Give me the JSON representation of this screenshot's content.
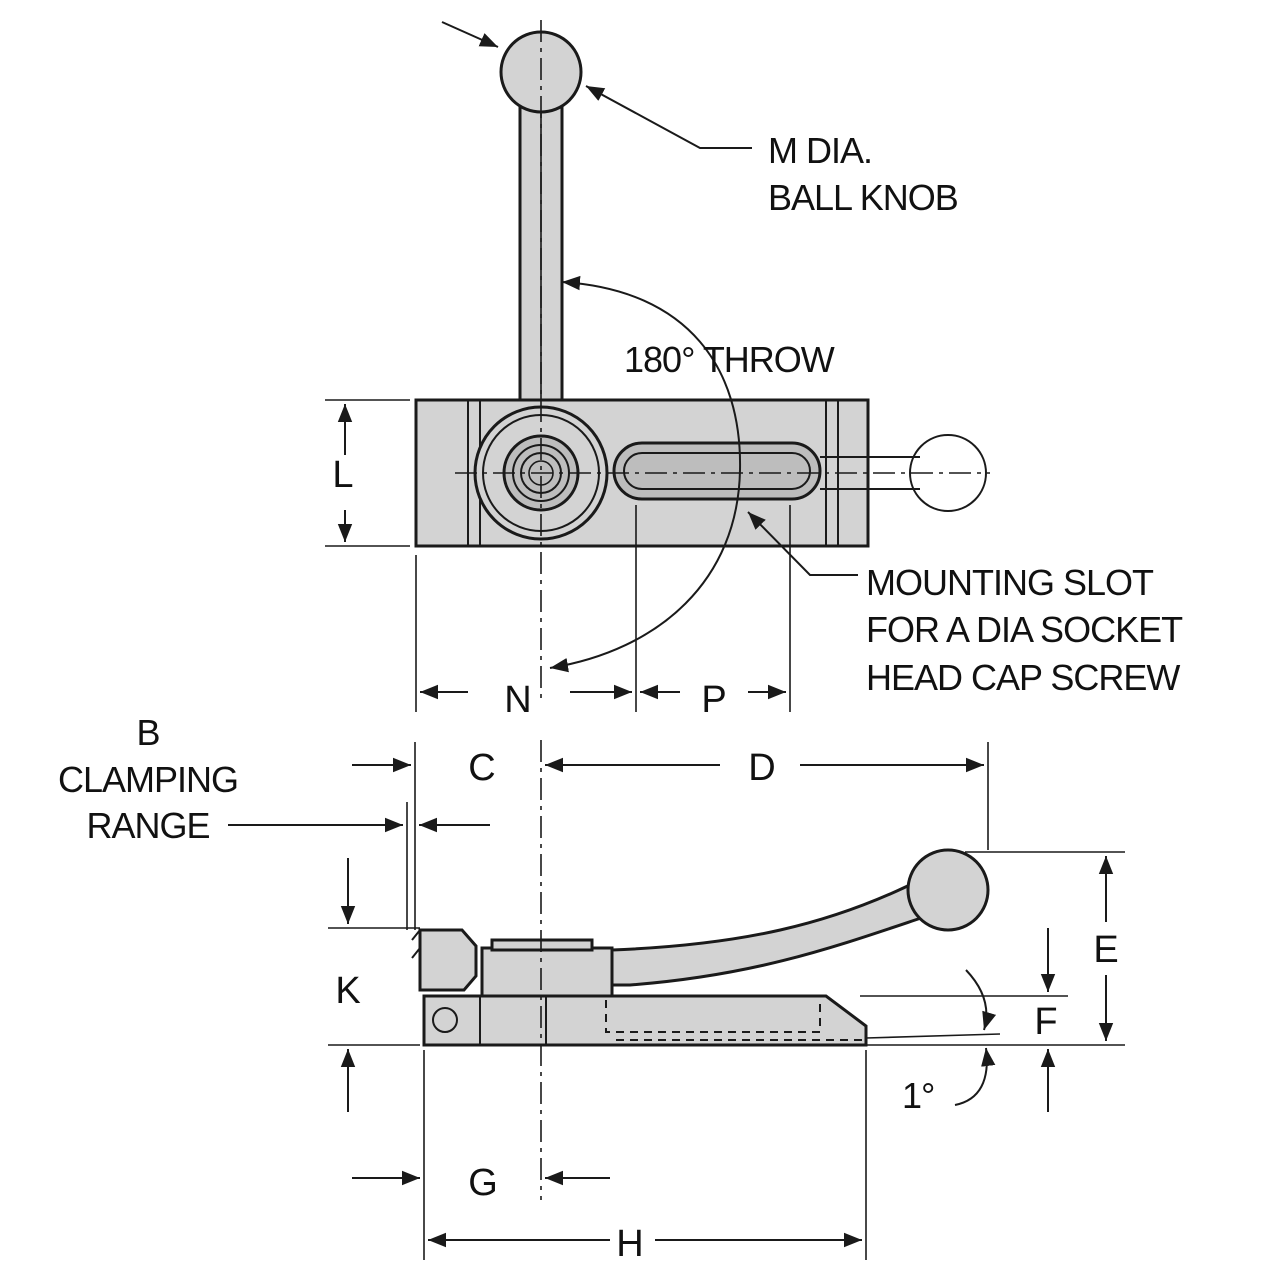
{
  "labels": {
    "ball_knob_line1": "M DIA.",
    "ball_knob_line2": "BALL KNOB",
    "throw": "180° THROW",
    "slot_line1": "MOUNTING SLOT",
    "slot_line2": "FOR A DIA SOCKET",
    "slot_line3": "HEAD CAP SCREW",
    "clamp_line1": "B",
    "clamp_line2": "CLAMPING",
    "clamp_line3": "RANGE",
    "angle": "1°"
  },
  "dimensions": {
    "L": "L",
    "N": "N",
    "P": "P",
    "C": "C",
    "D": "D",
    "E": "E",
    "F": "F",
    "K": "K",
    "G": "G",
    "H": "H"
  },
  "colors": {
    "part_fill": "#d3d3d3",
    "line": "#1a1a1a",
    "background": "#ffffff"
  }
}
